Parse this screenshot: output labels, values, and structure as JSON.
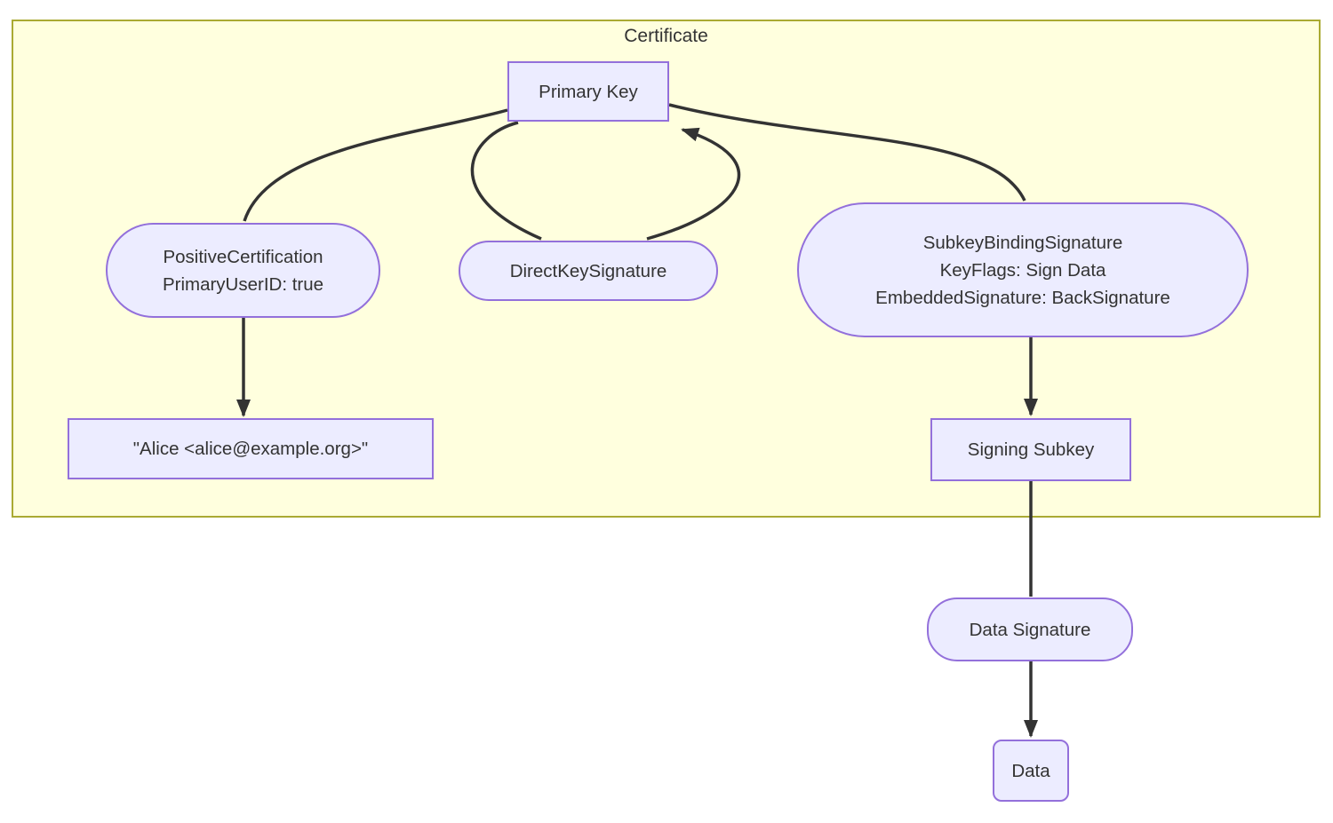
{
  "colors": {
    "page_bg": "#ffffff",
    "cluster_fill": "#ffffde",
    "cluster_border": "#aaaa33",
    "node_fill": "#ececff",
    "node_border": "#9370db",
    "edge": "#333333",
    "text": "#333333"
  },
  "cluster": {
    "title": "Certificate"
  },
  "nodes": {
    "primary_key": {
      "label": "Primary Key"
    },
    "positive_certification": {
      "line1": "PositiveCertification",
      "line2": "PrimaryUserID: true"
    },
    "direct_key_signature": {
      "label": "DirectKeySignature"
    },
    "subkey_binding_signature": {
      "line1": "SubkeyBindingSignature",
      "line2": "KeyFlags: Sign Data",
      "line3": "EmbeddedSignature: BackSignature"
    },
    "user_id": {
      "label": "\"Alice <alice@example.org>\""
    },
    "signing_subkey": {
      "label": "Signing Subkey"
    },
    "data_signature": {
      "label": "Data Signature"
    },
    "data": {
      "label": "Data"
    }
  },
  "edges": {
    "primary_key_to_positive_certification": {
      "arrow": false
    },
    "positive_certification_to_user_id": {
      "arrow": true
    },
    "primary_key_to_direct_key_signature": {
      "arrow": false
    },
    "direct_key_signature_to_primary_key": {
      "arrow": true
    },
    "primary_key_to_subkey_binding_signature": {
      "arrow": false
    },
    "subkey_binding_signature_to_signing_subkey": {
      "arrow": true
    },
    "signing_subkey_to_data_signature": {
      "arrow": false
    },
    "data_signature_to_data": {
      "arrow": true
    }
  }
}
